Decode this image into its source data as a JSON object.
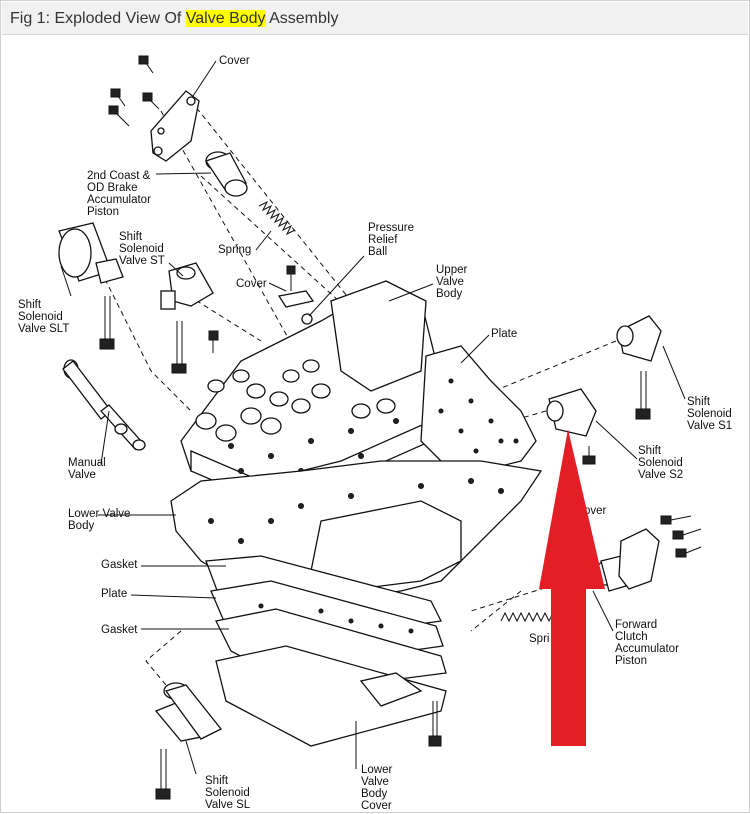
{
  "title": {
    "prefix": "Fig 1: Exploded View Of ",
    "highlight": "Valve Body",
    "suffix": " Assembly"
  },
  "labels": {
    "cover_top": "Cover",
    "coast_1": "2nd Coast &",
    "coast_2": "OD Brake",
    "coast_3": "Accumulator",
    "coast_4": "Piston",
    "st_1": "Shift",
    "st_2": "Solenoid",
    "st_3": "Valve ST",
    "spring_top": "Spring",
    "prv_1": "Pressure",
    "prv_2": "Relief",
    "prv_3": "Ball",
    "cover_mid": "Cover",
    "uvb_1": "Upper",
    "uvb_2": "Valve",
    "uvb_3": "Body",
    "slt_1": "Shift",
    "slt_2": "Solenoid",
    "slt_3": "Valve SLT",
    "plate_top": "Plate",
    "s1_1": "Shift",
    "s1_2": "Solenoid",
    "s1_3": "Valve S1",
    "s2_1": "Shift",
    "s2_2": "Solenoid",
    "s2_3": "Valve S2",
    "mv_1": "Manual",
    "mv_2": "Valve",
    "lvb_1": "Lower Valve",
    "lvb_2": "Body",
    "cover_right": "over",
    "gasket_1": "Gasket",
    "plate_mid": "Plate",
    "gasket_2": "Gasket",
    "spring_bottom": "Spri",
    "fc_1": "Forward",
    "fc_2": "Clutch",
    "fc_3": "Accumulator",
    "fc_4": "Piston",
    "sl_1": "Shift",
    "sl_2": "Solenoid",
    "sl_3": "Valve SL",
    "lvbc_1": "Lower",
    "lvbc_2": "Valve",
    "lvbc_3": "Body",
    "lvbc_4": "Cover"
  },
  "colors": {
    "highlight": "#ffff00",
    "arrow": "#e41e26",
    "title_bar": "#f1f1f1"
  }
}
